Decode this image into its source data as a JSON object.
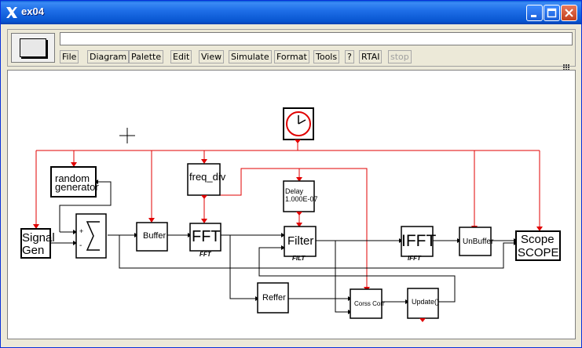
{
  "window": {
    "title": "ex04"
  },
  "toolbar": {
    "command_value": ""
  },
  "menu": {
    "file": "File",
    "diagram": "Diagram",
    "palette": "Palette",
    "edit": "Edit",
    "view": "View",
    "simulate": "Simulate",
    "format": "Format",
    "tools": "Tools",
    "help": "?",
    "rtai": "RTAI",
    "stop": "stop"
  },
  "blocks": {
    "random_line1": "random",
    "random_line2": "generator",
    "signal_line1": "Signal",
    "signal_line2": "Gen",
    "sum_plus": "+",
    "sum_minus": "-",
    "sum_symbol": "Σ",
    "buffer": "Buffer",
    "freq_div": "freq_div",
    "fft": "FFT",
    "fft_sub": "FFT",
    "delay_line1": "Delay",
    "delay_line2": "1.000E-07",
    "filter": "Filter",
    "filter_sub": "FILT",
    "ifft": "IFFT",
    "ifft_sub": "IFFT",
    "unbuffer": "UnBuffer",
    "scope_line1": "Scope",
    "scope_line2": "SCOPE",
    "reffer": "Reffer",
    "corss_corr": "Corss Corr",
    "update": "Update()"
  },
  "colors": {
    "link_red": "#e00000",
    "link_black": "#000000",
    "title_blue": "#0755d0"
  }
}
